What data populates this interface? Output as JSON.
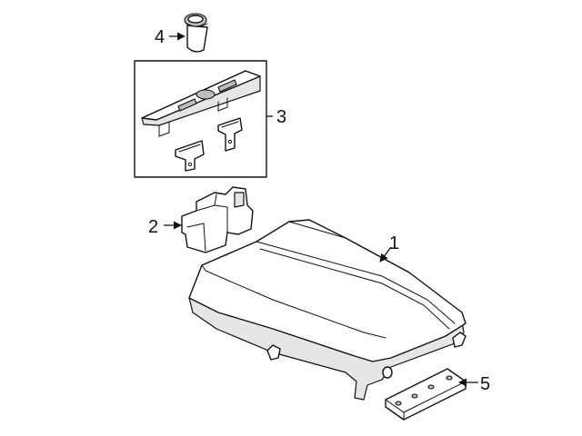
{
  "callouts": {
    "part1": "1",
    "part2": "2",
    "part3": "3",
    "part4": "4",
    "part5": "5"
  },
  "icons": [
    "console-lid-icon",
    "latch-bracket-icon",
    "hinge-assembly-icon",
    "cup-holder-insert-icon",
    "mounting-plate-icon"
  ]
}
